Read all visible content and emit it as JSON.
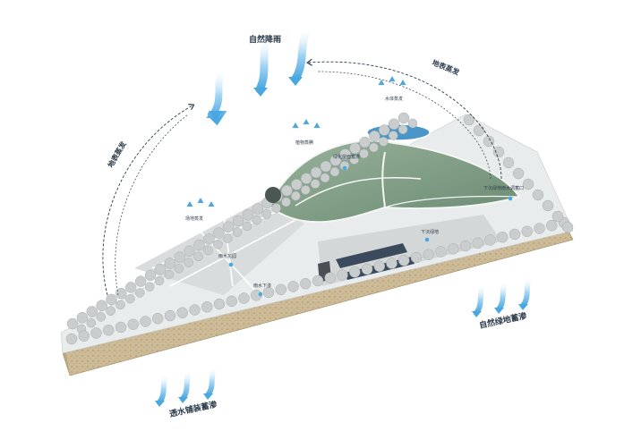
{
  "labels": {
    "natural_rain": "自然降雨",
    "surface_evaporation_right": "地表蒸发",
    "surface_evaporation_left": "地表蒸发",
    "natural_infiltration": "自然绿地蓄渗",
    "permeable_infiltration": "透水铺装蓄渗",
    "water_evaporation": "水体蒸发",
    "plant_transpiration": "植物蒸腾",
    "green_roof_storage": "绿化屋面蓄滞",
    "plaza_evaporation": "场地蒸发",
    "rainwater_garden": "雨水花园",
    "seepage": "雨水下渗",
    "sink_green": "下沉绿地",
    "underground_storage": "下沉绿地雨水调蓄口"
  },
  "colors": {
    "arrow_blue": "#5fb6e6",
    "roof_green": "#7d9a82",
    "water_blue": "#4a96c8",
    "soil": "#cdbb97",
    "text": "#2b3a4a"
  }
}
